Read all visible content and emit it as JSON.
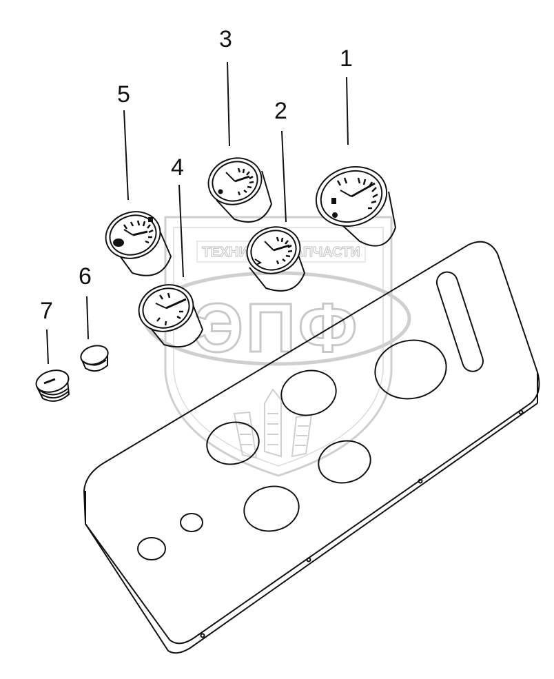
{
  "watermark": {
    "company_line": "ТЕХНИКА И ЗАПЧАСТИ",
    "logo_letters": "ЭПФ"
  },
  "callouts": [
    "1",
    "2",
    "3",
    "4",
    "5",
    "6",
    "7"
  ],
  "colors": {
    "line": "#111111",
    "watermark": "#c9c9c9"
  }
}
